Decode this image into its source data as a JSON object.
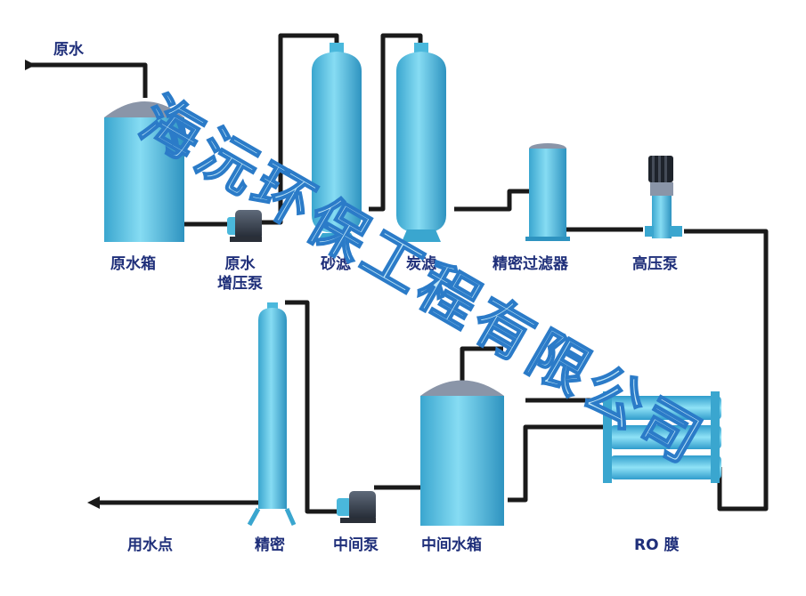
{
  "inlet_label": "原水",
  "components": {
    "raw_tank": "原水箱",
    "booster_pump_line1": "原水",
    "booster_pump_line2": "增压泵",
    "sand_filter": "砂滤",
    "carbon_filter": "炭滤",
    "precision_filter": "精密过滤器",
    "high_pressure_pump": "高压泵",
    "ro_membrane": "RO 膜",
    "mid_tank": "中间水箱",
    "mid_pump": "中间泵",
    "polishing": "精密",
    "use_point": "用水点"
  },
  "watermark_chars": [
    "海",
    "沅",
    "环",
    "保",
    "工",
    "程",
    "有",
    "限",
    "公",
    "司"
  ],
  "colors": {
    "pipe": "#1a1a1a",
    "vessel": "#5cc4e4",
    "dome": "#8a95a8",
    "label": "#1f2f7a",
    "watermark_stroke": "#2b7bc8"
  }
}
